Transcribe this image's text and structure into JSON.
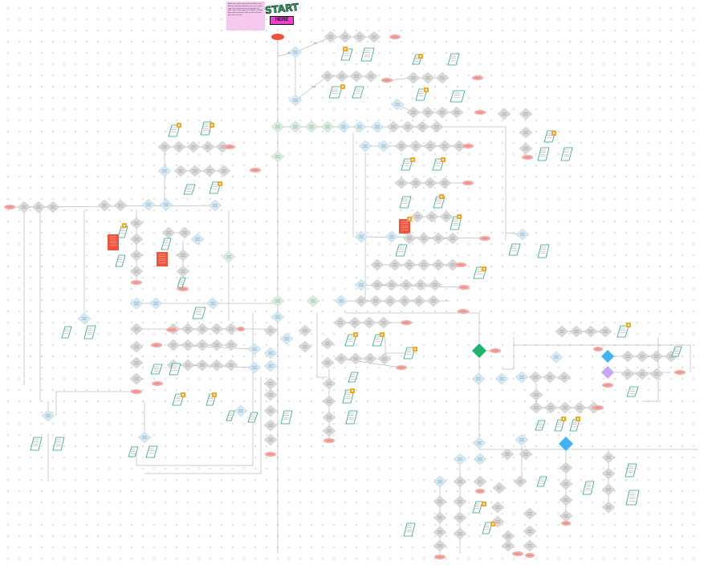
{
  "board": {
    "note_text": "Begin here at the start oval and follow each decision diamond. Answer yes or no at each step. Pink ovals mark the end points of a path. Green notes give more details. Orange tags hold comments. Stay on the path until you reach an end.",
    "start_title": "START",
    "start_subtitle": "HERE",
    "edge_yes": "Yes",
    "edge_no": "No"
  },
  "colors": {
    "decision_grey": "#d9d9d9",
    "decision_blue": "#cfeaf8",
    "decision_green": "#d4f0dd",
    "decision_bright_blue": "#3fb3f5",
    "decision_violet": "#c9a5f5",
    "decision_emerald": "#1fb36b",
    "terminal_pink": "#f7a8a2",
    "start_red": "#f0533c",
    "doc_border": "#2aa57b",
    "comment_orange": "#f6a623",
    "warning_red": "#f0533c",
    "connector": "#9a9a9a"
  }
}
